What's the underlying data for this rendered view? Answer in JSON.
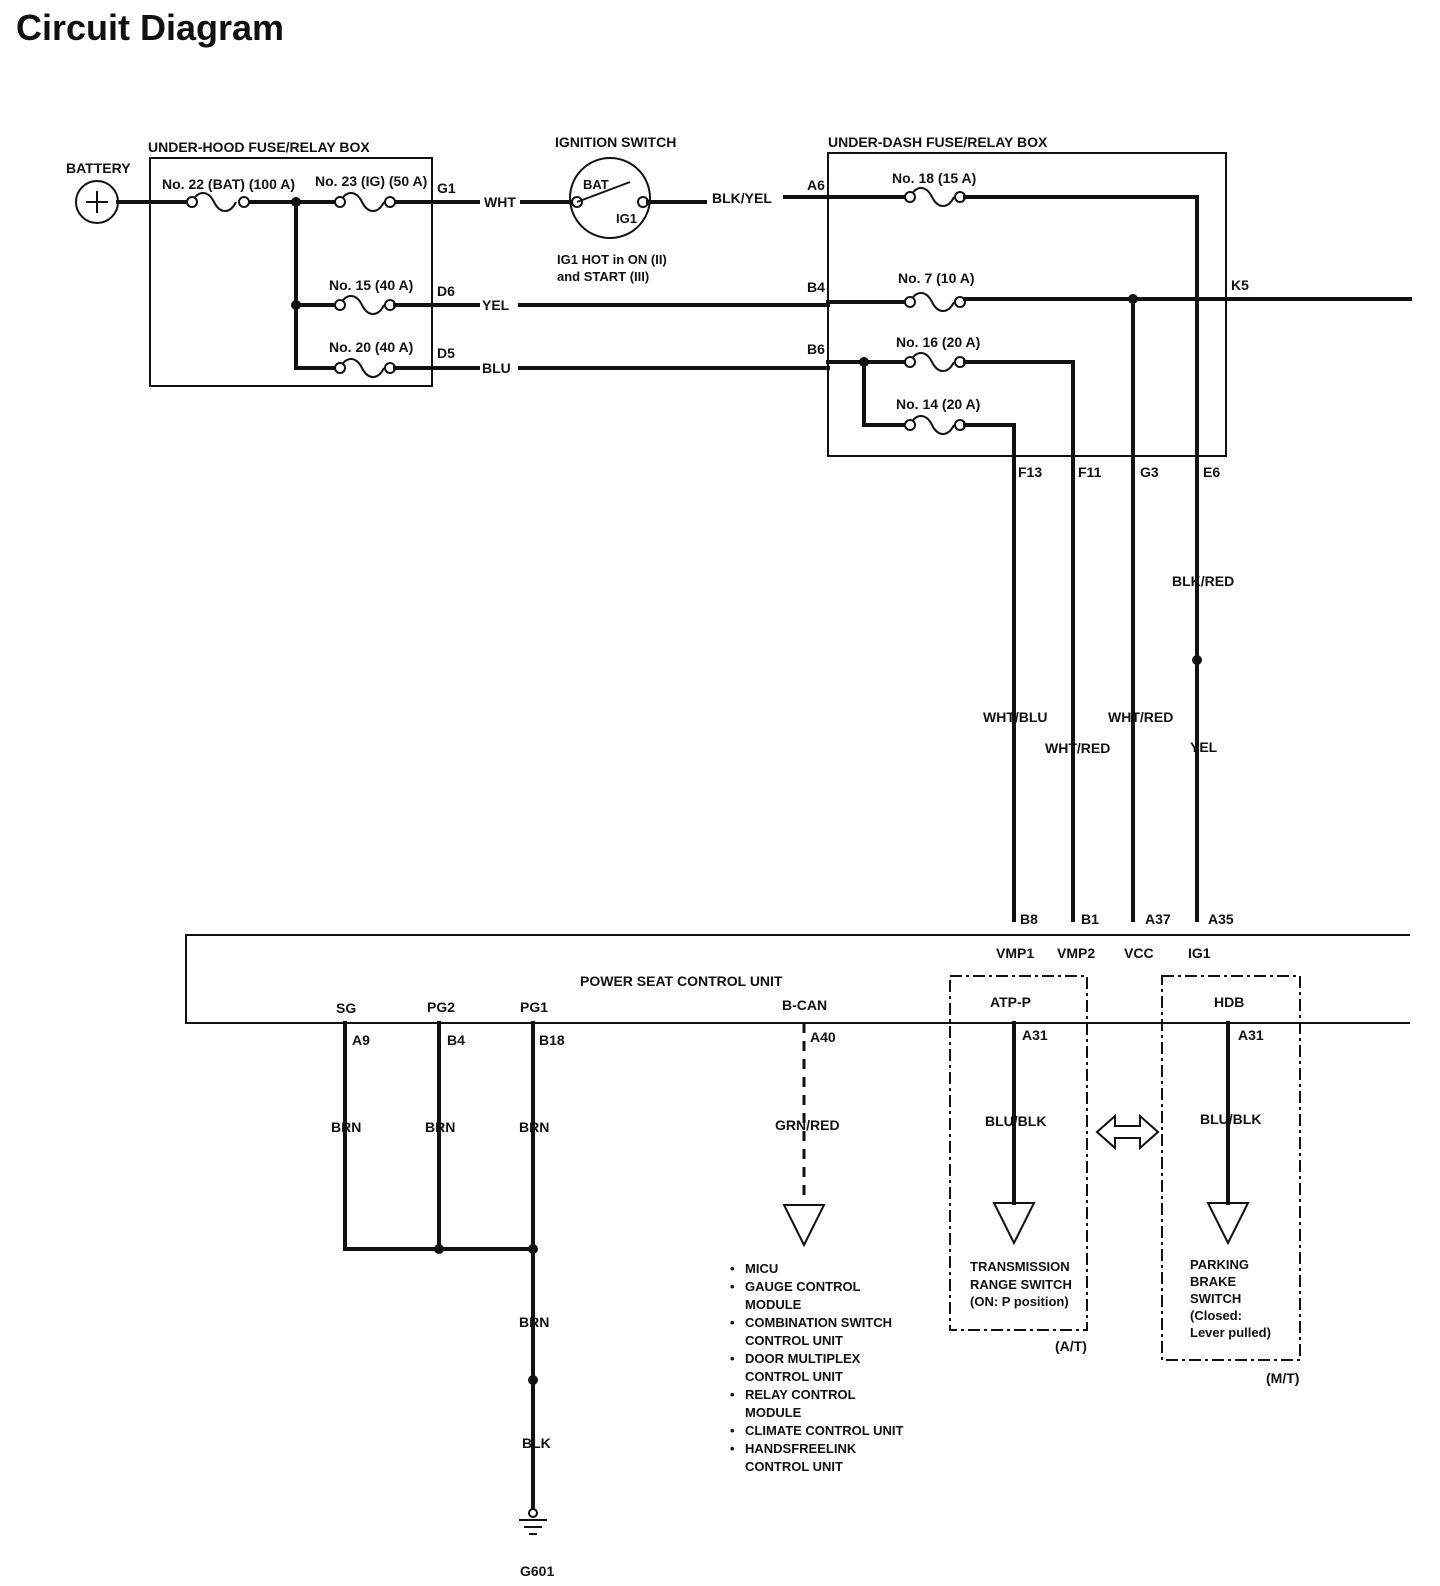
{
  "title": "Circuit Diagram",
  "battery": {
    "label": "BATTERY"
  },
  "under_hood_box": {
    "label": "UNDER-HOOD FUSE/RELAY BOX",
    "fuse22": "No. 22 (BAT) (100 A)",
    "fuse23": "No. 23 (IG) (50 A)",
    "fuse15": "No. 15 (40 A)",
    "fuse20": "No. 20 (40 A)",
    "pin_g1": "G1",
    "pin_d6": "D6",
    "pin_d5": "D5"
  },
  "ignition_switch": {
    "label": "IGNITION SWITCH",
    "bat": "BAT",
    "ig1": "IG1",
    "note_line1": "IG1 HOT in ON (II)",
    "note_line2": "and START (III)"
  },
  "under_dash_box": {
    "label": "UNDER-DASH FUSE/RELAY BOX",
    "fuse18": "No. 18 (15 A)",
    "fuse7": "No. 7 (10 A)",
    "fuse16": "No. 16 (20 A)",
    "fuse14": "No. 14 (20 A)",
    "pin_a6": "A6",
    "pin_b4": "B4",
    "pin_b6": "B6",
    "pin_k5": "K5",
    "pin_f13": "F13",
    "pin_f11": "F11",
    "pin_g3": "G3",
    "pin_e6": "E6"
  },
  "wires": {
    "wht": "WHT",
    "blk_yel": "BLK/YEL",
    "yel": "YEL",
    "blu": "BLU",
    "wht_blu": "WHT/BLU",
    "wht_red_1": "WHT/RED",
    "wht_red_2": "WHT/RED",
    "blk_red": "BLK/RED",
    "yel_2": "YEL",
    "brn_sg": "BRN",
    "brn_pg2": "BRN",
    "brn_pg1": "BRN",
    "brn_gnd": "BRN",
    "blk": "BLK",
    "grn_red": "GRN/RED",
    "blu_blk_1": "BLU/BLK",
    "blu_blk_2": "BLU/BLK"
  },
  "control_unit": {
    "label": "POWER SEAT CONTROL UNIT",
    "pin_b8": "B8",
    "pin_b1": "B1",
    "pin_a37": "A37",
    "pin_a35": "A35",
    "vmp1": "VMP1",
    "vmp2": "VMP2",
    "vcc": "VCC",
    "ig1": "IG1",
    "sg": "SG",
    "pg2": "PG2",
    "pg1": "PG1",
    "bcan": "B-CAN",
    "atpp": "ATP-P",
    "hdb": "HDB",
    "pin_a9": "A9",
    "pin_b4": "B4",
    "pin_b18": "B18",
    "pin_a40": "A40",
    "pin_a31_1": "A31",
    "pin_a31_2": "A31"
  },
  "ground": {
    "label": "G601"
  },
  "bcan_list": [
    "MICU",
    "GAUGE CONTROL",
    "MODULE",
    "COMBINATION SWITCH",
    "CONTROL UNIT",
    "DOOR MULTIPLEX",
    "CONTROL UNIT",
    "RELAY CONTROL",
    "MODULE",
    "CLIMATE CONTROL UNIT",
    "HANDSFREELINK",
    "CONTROL UNIT"
  ],
  "trans_switch": {
    "line1": "TRANSMISSION",
    "line2": "RANGE SWITCH",
    "line3": "(ON: P position)",
    "variant": "(A/T)"
  },
  "park_switch": {
    "line1": "PARKING",
    "line2": "BRAKE",
    "line3": "SWITCH",
    "line4": "(Closed:",
    "line5": "Lever pulled)",
    "variant": "(M/T)"
  }
}
